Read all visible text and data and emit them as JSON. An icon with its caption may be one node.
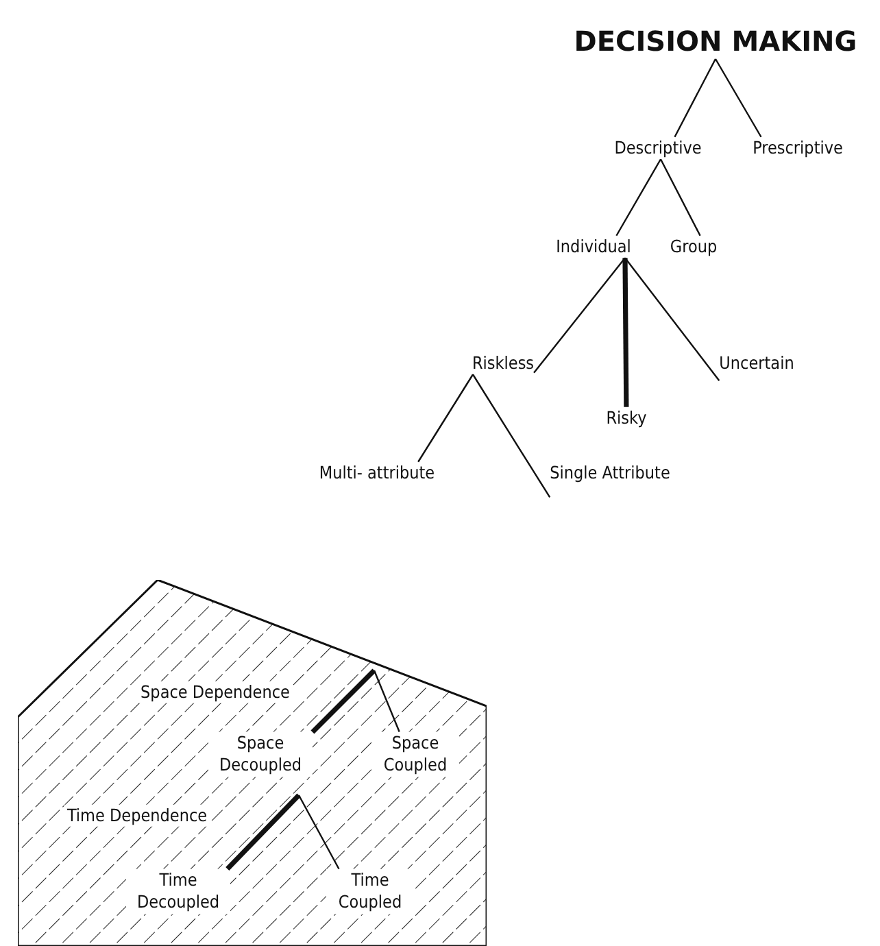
{
  "diagram": {
    "nodes": [
      {
        "text": [
          "DECISION MAKING"
        ]
      },
      {
        "text": [
          "Descriptive"
        ]
      },
      {
        "text": [
          "Prescriptive"
        ]
      },
      {
        "text": [
          "Individual"
        ]
      },
      {
        "text": [
          "Group"
        ]
      },
      {
        "text": [
          "Riskless"
        ]
      },
      {
        "text": [
          "Risky"
        ]
      },
      {
        "text": [
          "Uncertain"
        ]
      },
      {
        "text": [
          "Multi- attribute"
        ]
      },
      {
        "text": [
          "Single Attribute"
        ]
      },
      {
        "text": [],
        "shape": "pentagon"
      },
      {
        "text": [
          "Space Dependence"
        ],
        "in": 10
      },
      {
        "text": [
          "Space Decoupled"
        ],
        "in": 10
      },
      {
        "text": [
          "Space Coupled"
        ],
        "in": 10
      },
      {
        "text": [
          "Time Dependence"
        ],
        "in": 10
      },
      {
        "text": [
          "Time Decoupled"
        ],
        "in": 10
      },
      {
        "text": [
          "Time Coupled"
        ],
        "in": 10
      }
    ],
    "edges": [
      {
        "from": 0,
        "to": 1,
        "arrow": "none"
      },
      {
        "from": 0,
        "to": 2,
        "arrow": "none"
      },
      {
        "from": 1,
        "to": 3,
        "arrow": "none"
      },
      {
        "from": 1,
        "to": 4,
        "arrow": "none"
      },
      {
        "from": 3,
        "to": 5,
        "arrow": "none"
      },
      {
        "from": 3,
        "to": 6,
        "arrow": "none",
        "style": "thick"
      },
      {
        "from": 3,
        "to": 7,
        "arrow": "none"
      },
      {
        "from": 5,
        "to": 8,
        "arrow": "none"
      },
      {
        "from": 5,
        "to": 9,
        "arrow": "none"
      },
      {
        "from": null,
        "to": 12,
        "arrow": "none",
        "style": "thick"
      },
      {
        "from": null,
        "to": 13,
        "arrow": "none"
      },
      {
        "from": null,
        "to": 15,
        "arrow": "none",
        "style": "thick"
      },
      {
        "from": null,
        "to": 16,
        "arrow": "none"
      }
    ]
  }
}
